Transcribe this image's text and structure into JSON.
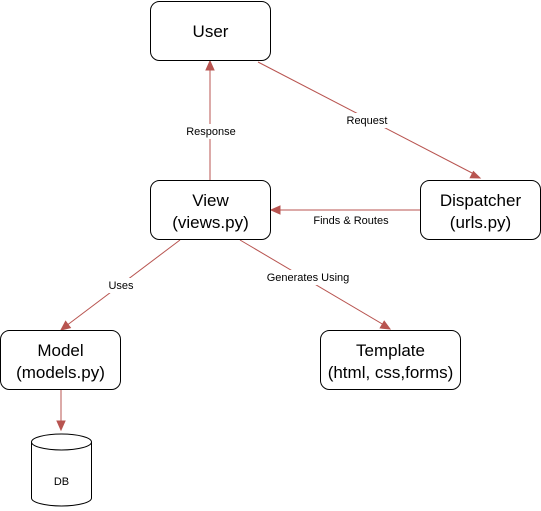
{
  "nodes": {
    "user": {
      "lines": [
        "User"
      ]
    },
    "view": {
      "lines": [
        "View",
        "(views.py)"
      ]
    },
    "dispatcher": {
      "lines": [
        "Dispatcher",
        "(urls.py)"
      ]
    },
    "model": {
      "lines": [
        "Model",
        "(models.py)"
      ]
    },
    "template": {
      "lines": [
        "Template",
        "(html, css,forms)"
      ]
    },
    "db": {
      "label": "DB"
    }
  },
  "edges": {
    "request": "Request",
    "response": "Response",
    "finds_routes": "Finds & Routes",
    "uses": "Uses",
    "generates_using": "Generates Using"
  },
  "colors": {
    "edge": "#b85450",
    "node_border": "#000000",
    "node_fill": "#ffffff"
  }
}
